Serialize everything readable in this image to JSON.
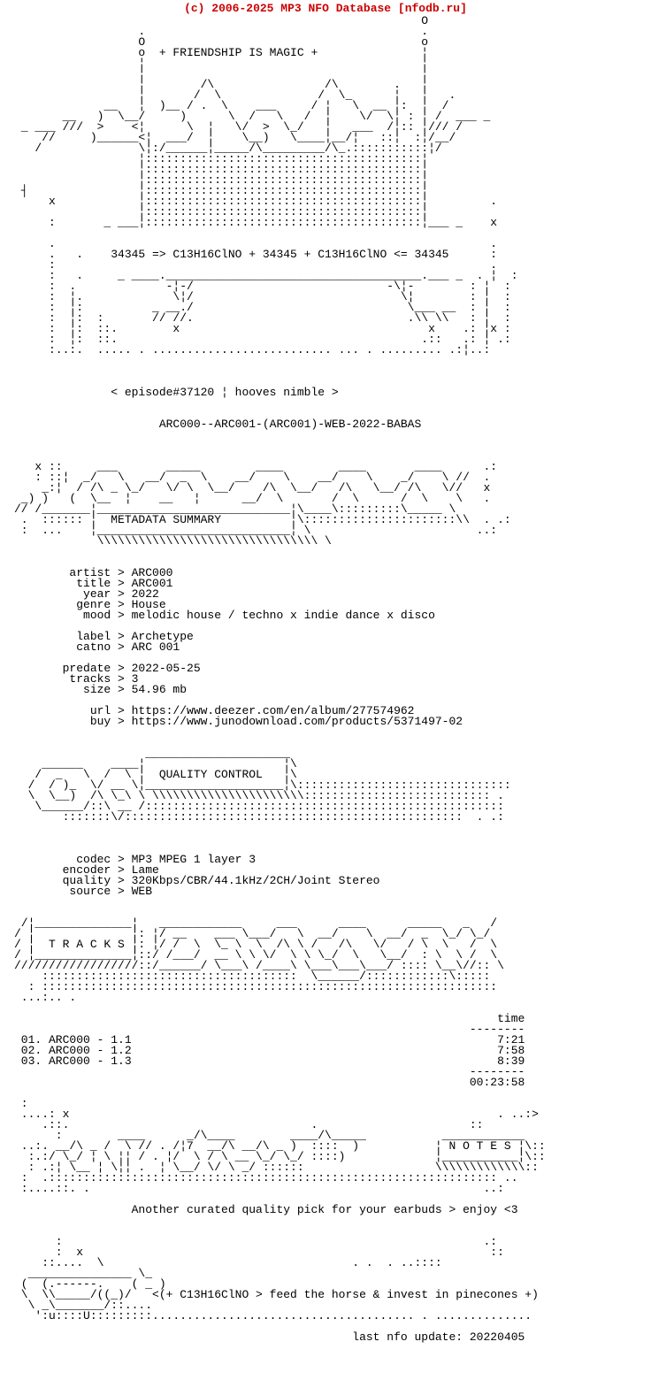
{
  "header": {
    "copyright": "(c) 2006-2025 MP3 NFO Database [nfodb.ru]",
    "color": "#cc0000"
  },
  "release": {
    "slogan": "+ FRIENDSHIP IS MAGIC +",
    "formula_line": "34345 => C13H16ClNO + 34345 + C13H16ClNO <= 34345",
    "episode_line": "< episode#37120 ¦ hooves nimble >",
    "scene_name": "ARC000--ARC001-(ARC001)-WEB-2022-BABAS",
    "sections": [
      "METADATA SUMMARY",
      "QUALITY CONTROL",
      "T R A C K S",
      "N O T E S"
    ],
    "metadata": {
      "artist": "ARC000",
      "title": "ARC001",
      "year": "2022",
      "genre": "House",
      "mood": "melodic house / techno x indie dance x disco",
      "label": "Archetype",
      "catno": "ARC 001",
      "predate": "2022-05-25",
      "tracks": "3",
      "size": "54.96 mb",
      "url": "https://www.deezer.com/en/album/277574962",
      "buy": "https://www.junodownload.com/products/5371497-02"
    },
    "quality_control": {
      "codec": "MP3 MPEG 1 layer 3",
      "encoder": "Lame",
      "quality": "320Kbps/CBR/44.1kHz/2CH/Joint Stereo",
      "source": "WEB"
    },
    "tracklist": {
      "time_header": "time",
      "tracks": [
        {
          "no": "01.",
          "title": "ARC000 - 1.1",
          "time": "7:21"
        },
        {
          "no": "02.",
          "title": "ARC000 - 1.2",
          "time": "7:58"
        },
        {
          "no": "03.",
          "title": "ARC000 - 1.3",
          "time": "8:39"
        }
      ],
      "total_time": "00:23:58"
    },
    "notes": "Another curated quality pick for your earbuds > enjoy <3",
    "footer_line": "<(+ C13H16ClNO > feed the horse & invest in pinecones +)",
    "last_update": "last nfo update: 20220405"
  },
  "nfo": {
    "lines": [
      "                                                           O",
      "                  .                                        .",
      "                  O                                        o",
      "                  o  + FRIENDSHIP IS MAGIC +               ¦",
      "                  ¦                                        ¦",
      "                  ¦                                        ¦",
      "                  ¦        /\\                /\\        .   ¦",
      "                  ¦       /  \\              /  \\_      ¦   ¦   .",
      "             __   ¦  )__ / .  \\    ___     / ¦   \\  __ ¦:  ¦  /",
      "       __   )  \\__/     )      \\  /   \\   /  ¦    \\/  \\¦ : ¦ /  ___ _",
      " _ ___ ///  >    <¦      \\  ¦   \\/  >  \\_/   ¦   ___  /¦:: ¦/// /",
      "    //     )______<¦  ___/  ¦    \\__)   \\____¦__/¦   ::¦  :¦/__/",
      "   /              \\¦:/______¦_____/\\_________/\\_.:::::::::::¦/",
      "                  ¦::::::::::::::::::::::::::::::::::::::::¦",
      "                  ¦::::::::::::::::::::::::::::::::::::::::¦",
      "                  ¦::::::::::::::::::::::::::::::::::::::::¦",
      " ┤                ¦::::::::::::::::::::::::::::::::::::::::¦",
      "     x            ¦::::::::::::::::::::::::::::::::::::::::¦         .",
      "                  ¦::::::::::::::::::::::::::::::::::::::::¦",
      "     :       _ ___¦::::::::::::::::::::::::::::::::::::::::¦___ _    x",
      "",
      "     .                                                               .",
      "     .   .    34345 => C13H16ClNO + 34345 + C13H16ClNO <= 34345      :",
      "     :                                                               .",
      "     :   .     _ ____._____________________________________.___ _  . ¦  :",
      "     :  .             -¦-/                            -\\¦-        : ¦  :",
      "     :  ¦.             \\¦/                              \\¦        : ¦  :",
      "     :  ¦:          _ __./                               \\___ __  : ¦  :",
      "     :  ¦:  :       // //.                               .\\\\ \\\\   : ¦  :",
      "     :  ¦:  ::.        x                                    x    .: ¦x :",
      "     :  ¦:  ::.                                            .::   .: ¦ .:",
      "     :..:.  ..... . .......................... ... . ......... .:¦..:",
      "",
      "",
      "",
      "              < episode#37120 ¦ hooves nimble >",
      "",
      "",
      "                     ARC000--ARC001-(ARC001)-WEB-2022-BABAS",
      "",
      "",
      "",
      "   x ::     ___       _____        ____        ____       ____      .:",
      "   : ::¦  _/   \\   __/  _  \\    __/    \\    __/    \\    _/    \\ //  .",
      "    _:¦  / /\\ _ \\_/   \\/ \\  \\__/    /\\  \\__/   /\\   \\__/ /\\   \\//   x",
      " _) )   (  \\__  ¦    __   ¦      __/  \\       /  \\      /  \\    \\   .",
      "// /_______¦____________________________¦\\____\\:::::::::\\_____ \\",
      " .  :::::: ¦  METADATA SUMMARY          ¦\\::::::::::::::::::::::\\\\  . .:",
      " :  ...    ¦____________________________¦ \\                        ..:",
      "            \\\\\\\\\\\\\\\\\\\\\\\\\\\\\\\\\\\\\\\\\\\\\\\\\\\\\\\\\\\\\\\\ \\",
      "",
      "",
      "        artist > ARC000",
      "         title > ARC001",
      "          year > 2022",
      "         genre > House",
      "          mood > melodic house / techno x indie dance x disco",
      "",
      "         label > Archetype",
      "         catno > ARC 001",
      "",
      "       predate > 2022-05-25",
      "        tracks > 3",
      "          size > 54.96 mb",
      "",
      "           url > https://www.deezer.com/en/album/277574962",
      "           buy > https://www.junodownload.com/products/5371497-02",
      "",
      "",
      "                   _____________________",
      "    ______    ____¦                    ¦\\",
      "   /  _   \\  /  \\ ¦  QUALITY CONTROL   ¦\\",
      "  /  / )_  \\/ __ \\¦____________________¦\\:::::::::::::::::::::::::::::::",
      "  \\  \\__)  /\\ \\_\\ \\ \\\\\\\\\\\\\\\\\\\\\\\\\\\\\\\\\\\\\\\\\\\\::::::::::::::::::::::::::: .",
      "   \\______/::\\ __ /::::::::::::::::::::::::::::::::::::::::::::::::::::",
      "       :::::::\\/:::::::::::::::::::::::::::::::::::::::::::::::::  . .:",
      "",
      "",
      "",
      "         codec > MP3 MPEG 1 layer 3",
      "       encoder > Lame",
      "       quality > 320Kbps/CBR/44.1kHz/2CH/Joint Stereo",
      "        source > WEB",
      "",
      "",
      " /¦______________¦   ____________     ___      ____      _____   _   /",
      "/ ¦              ¦: ¦/ __    ___ \\___/   \\  __/    \\  __/  _  \\_/ \\_/",
      "/ ¦  T R A C K S ¦: ¦/ /  \\  \\_ \\  \\  /\\ \\ /   /\\   \\/   / \\  \\   /  \\",
      "/ ¦______________¦::/ /___/  __ \\ \\ \\/  \\ \\ \\_/  \\   \\__/  : \\  \\ /  \\",
      "//////////////////::/______/ \\___\\ /____\\ \\___\\___\\___/ :::: \\__\\//:: \\",
      "    :::::::::::::::::::::::::::::::::::::  \\______/::::::::::::\\:::::",
      "  : ::::::::::::::::::::::::::::::::::::::::::::::::::::::::::::::::::",
      " ...:.. .",
      "",
      "                                                                      time",
      "                                                                  --------",
      " 01. ARC000 - 1.1                                                     7:21",
      " 02. ARC000 - 1.2                                                     7:58",
      " 03. ARC000 - 1.3                                                     8:39",
      "                                                                  --------",
      "                                                                  00:23:58",
      "",
      " :",
      " ....: x                                                              . ..:>",
      "    .::.                                   .                      ::",
      "      :        ____      _/\\____        ____/\\_____           ____________",
      " ..:. __/\\ _ /  \\ // . /¦7  __/\\ __/\\ _ )  ::::  )           ¦ N O T E S ¦\\::",
      "  :.:/ \\_/ ¦ \\ ¦¦ / . ¦/  \\ / \\ __ \\_/ \\_/ ::::)             ¦___________¦\\::",
      "  : .:¦ \\__ ¦ \\¦¦ .  ¦ \\__/ \\/ \\ _/ ::::::                   \\\\\\\\\\\\\\\\\\\\\\\\\\::",
      " :  .::::::::::::::::::::::::::::::::::::::::::::::::::::::::::::::::: ..",
      " :....::. .                                                         ..:",
      "",
      "                 Another curated quality pick for your earbuds > enjoy <3",
      "",
      "",
      "      :                                                             .:",
      "      :  x                                                           ::",
      "    ::....  \\                                    . .  . ..::::",
      "  _______________ \\_",
      " (  (.------.    ( _ )",
      " \\  \\\\_____/((_)/   <(+ C13H16ClNO > feed the horse & invest in pinecones +)",
      "  \\ _\\_______/::....",
      "   ':u::::U:::::::::...................................... . ..............",
      "",
      "                                                 last nfo update: 20220405",
      ""
    ]
  }
}
